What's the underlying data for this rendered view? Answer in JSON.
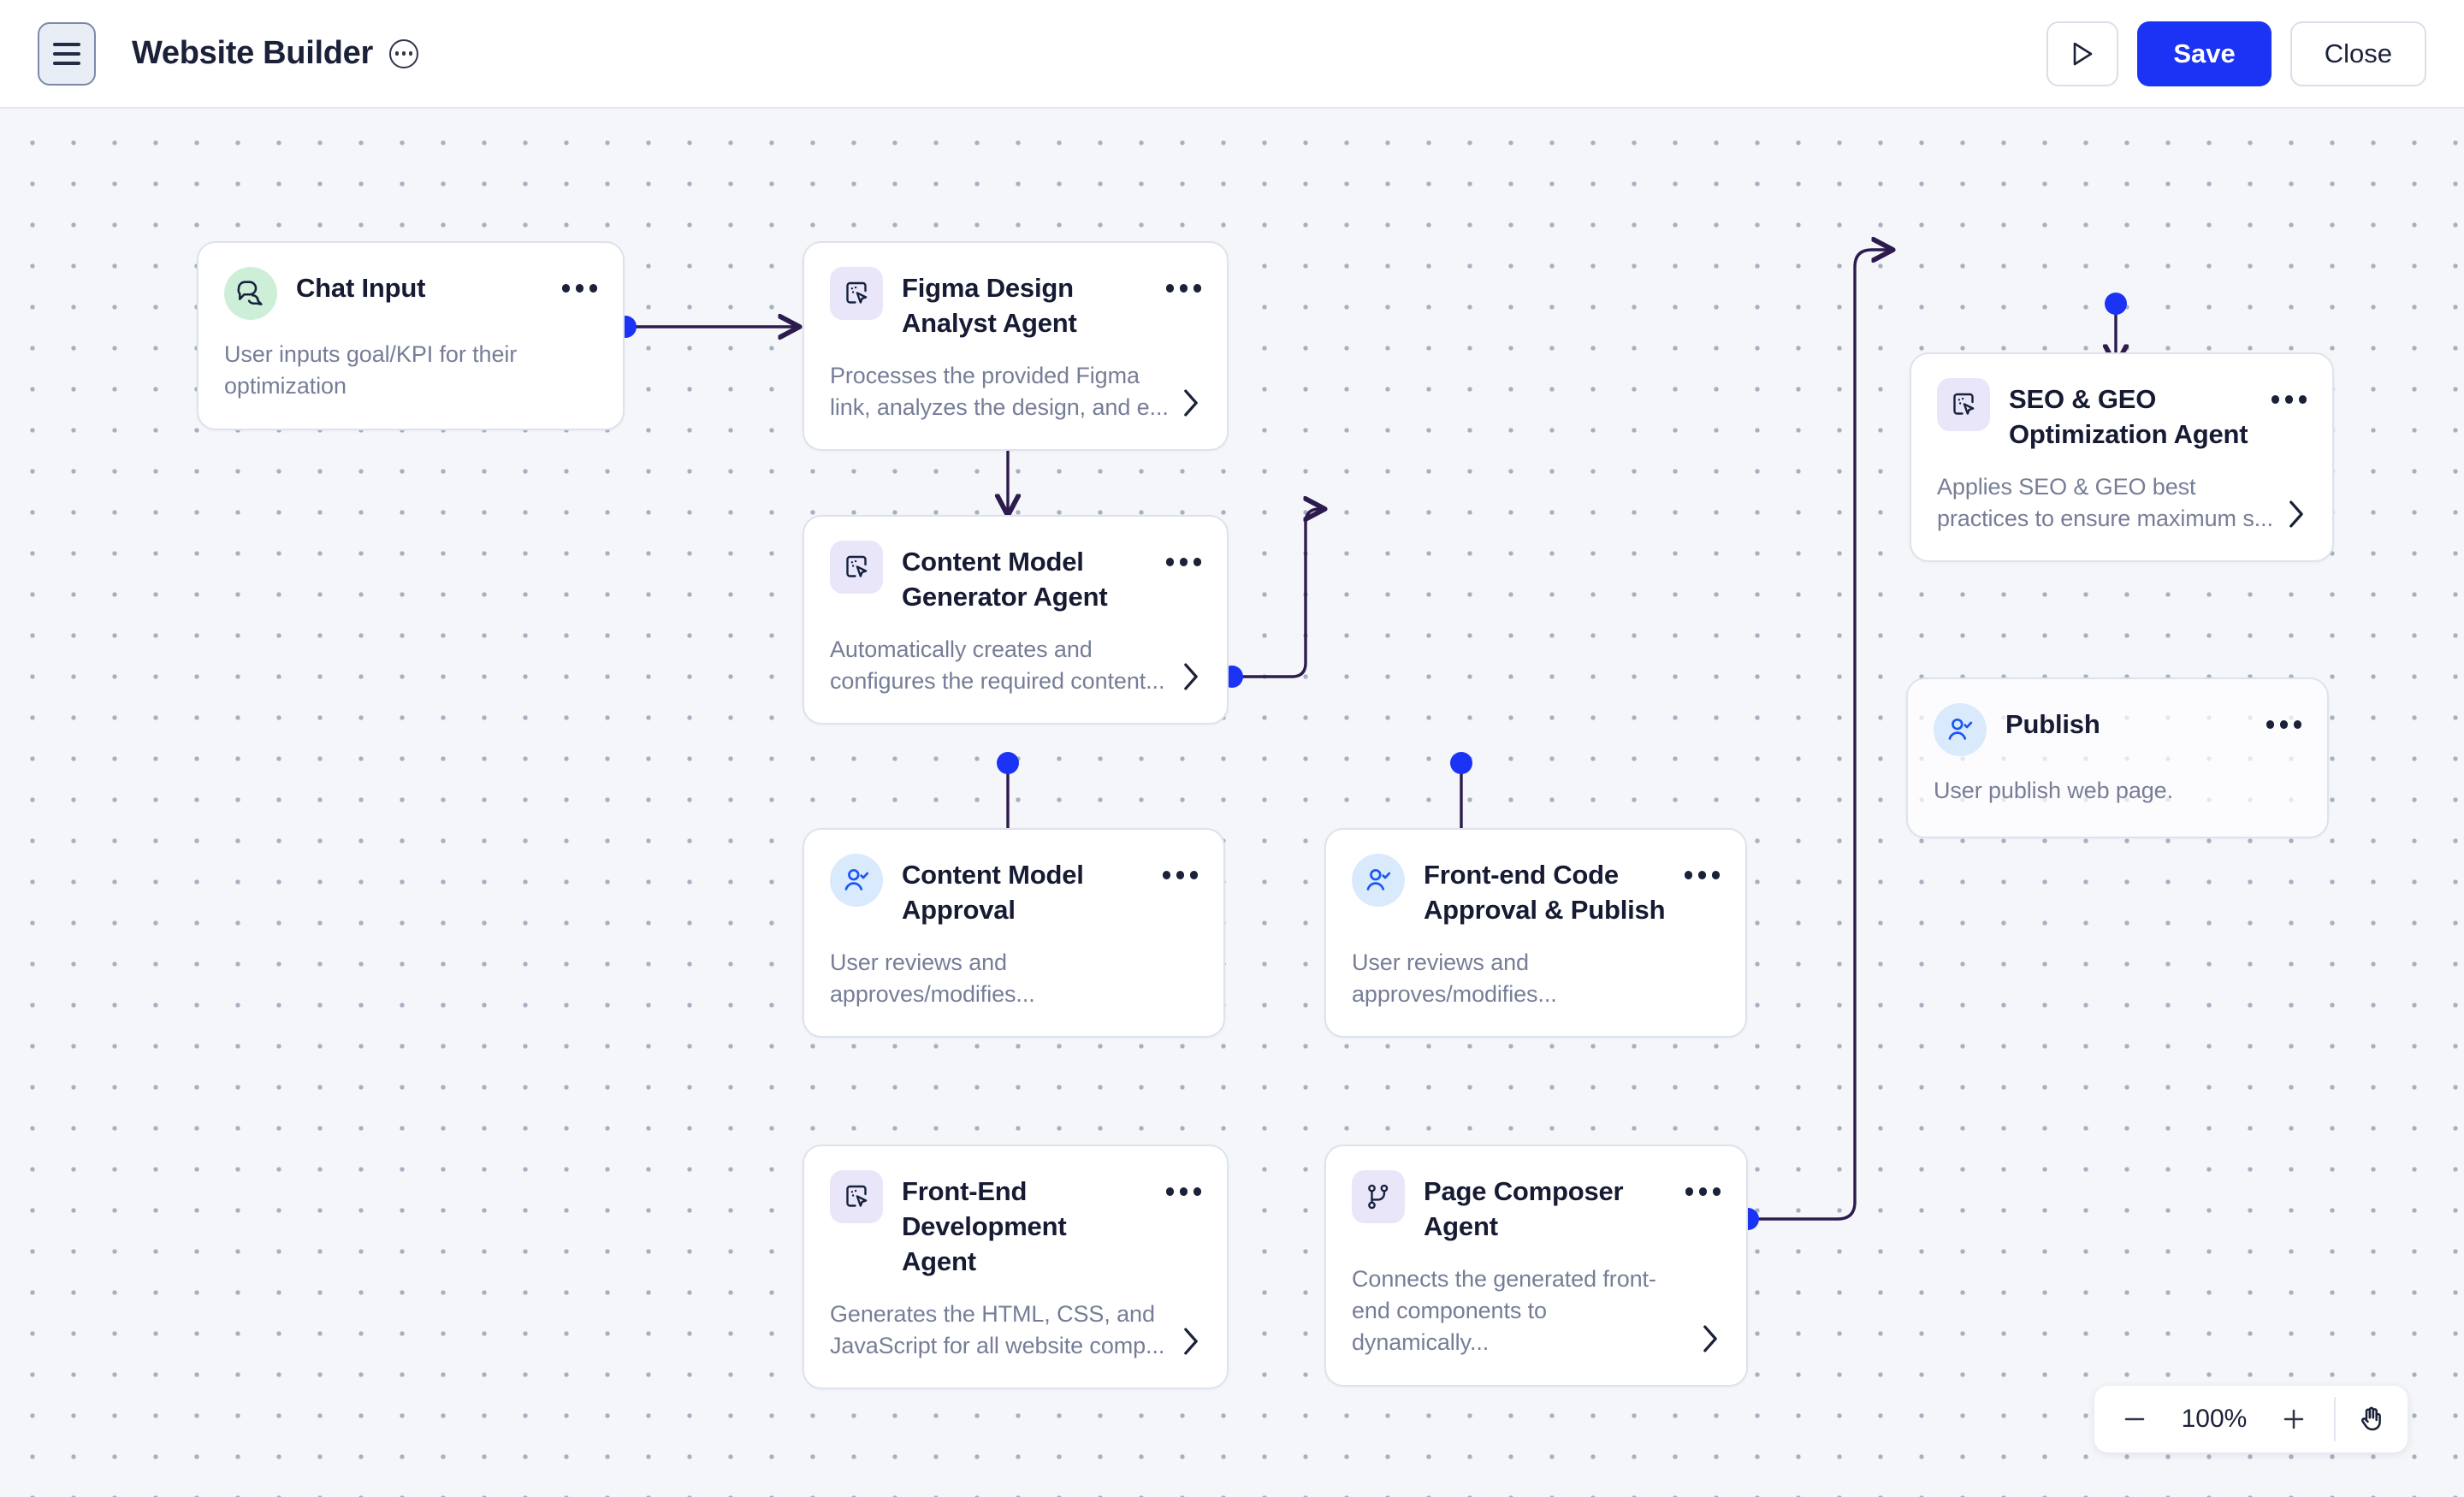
{
  "header": {
    "menu_icon": "hamburger-menu-icon",
    "title": "Website Builder",
    "title_badge_icon": "more-options-circle-icon",
    "run_icon": "play-icon",
    "save_label": "Save",
    "close_label": "Close",
    "accent_color": "#1A33F5"
  },
  "canvas": {
    "grid": "dot-grid",
    "background_color": "#F4F6FA",
    "edge_color": "#2D1B4E",
    "handle_color": "#1A33F5"
  },
  "nodes": [
    {
      "id": "chat-input",
      "title": "Chat Input",
      "description": "User inputs goal/KPI for their optimization",
      "icon": "chat-bubbles-icon",
      "icon_style": "circle-green",
      "has_chevron": false
    },
    {
      "id": "figma-design-analyst-agent",
      "title": "Figma Design Analyst Agent",
      "description": "Processes the provided Figma link, analyzes the design, and e...",
      "icon": "document-cursor-icon",
      "icon_style": "square-purple",
      "has_chevron": true
    },
    {
      "id": "content-model-generator-agent",
      "title": "Content Model Generator Agent",
      "description": "Automatically creates and configures the required content...",
      "icon": "document-cursor-icon",
      "icon_style": "square-purple",
      "has_chevron": true
    },
    {
      "id": "content-model-approval",
      "title": "Content Model Approval",
      "description": "User reviews and approves/modifies...",
      "icon": "user-check-icon",
      "icon_style": "circle-blue",
      "has_chevron": false
    },
    {
      "id": "front-end-development-agent",
      "title": "Front-End Development Agent",
      "description": "Generates the HTML, CSS, and JavaScript for all website comp...",
      "icon": "document-cursor-icon",
      "icon_style": "square-purple",
      "has_chevron": true
    },
    {
      "id": "front-end-code-approval-publish",
      "title": "Front-end Code Approval & Publish",
      "description": "User reviews and approves/modifies...",
      "icon": "user-check-icon",
      "icon_style": "circle-blue",
      "has_chevron": false
    },
    {
      "id": "page-composer-agent",
      "title": "Page Composer Agent",
      "description": "Connects the generated front-end components to dynamically...",
      "icon": "git-branch-icon",
      "icon_style": "square-purple",
      "has_chevron": true
    },
    {
      "id": "seo-geo-optimization-agent",
      "title": "SEO & GEO Optimization Agent",
      "description": "Applies SEO & GEO best practices to ensure maximum s...",
      "icon": "document-cursor-icon",
      "icon_style": "square-purple",
      "has_chevron": true
    },
    {
      "id": "publish",
      "title": "Publish",
      "description": "User publish web page.",
      "icon": "user-check-icon",
      "icon_style": "circle-blue",
      "has_chevron": false
    }
  ],
  "zoom_toolbar": {
    "minus_icon": "minus-icon",
    "level": "100%",
    "plus_icon": "plus-icon",
    "pan_icon": "hand-pan-icon"
  }
}
